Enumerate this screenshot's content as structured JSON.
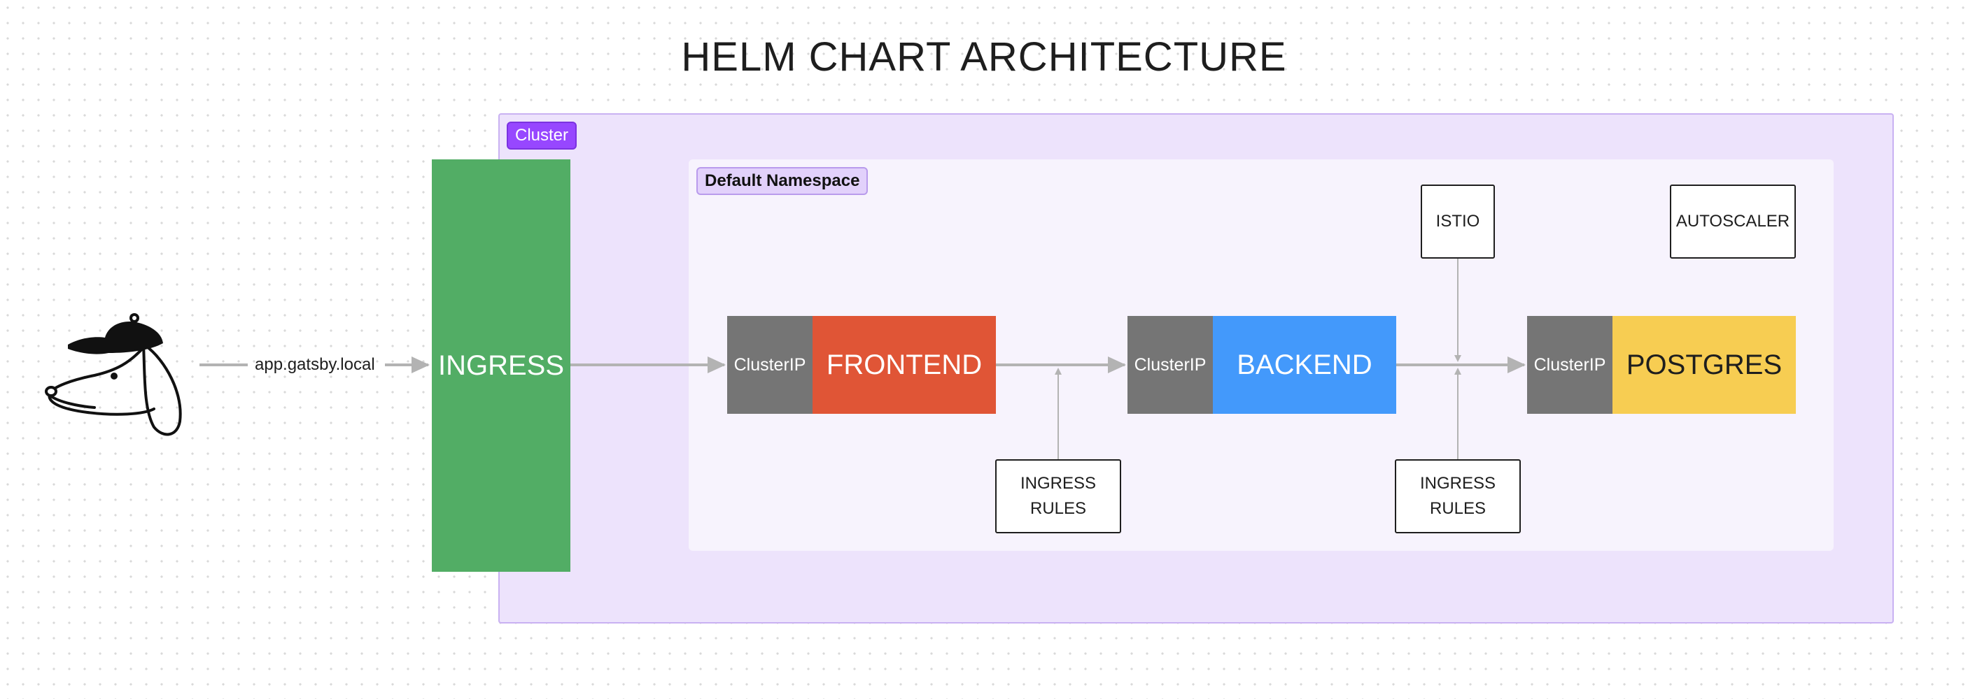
{
  "diagram": {
    "title": "HELM CHART ARCHITECTURE",
    "cluster": {
      "label": "Cluster",
      "fill": "#ede3fc",
      "tag_color": "#9747ff"
    },
    "namespace": {
      "label": "Default Namespace"
    },
    "client": {
      "icon": "dog-with-cap-icon",
      "url": "app.gatsby.local"
    },
    "ingress": {
      "label": "INGRESS",
      "color": "#52ad65"
    },
    "services": [
      {
        "clusterip": "ClusterIP",
        "name": "FRONTEND",
        "color": "#e05536"
      },
      {
        "clusterip": "ClusterIP",
        "name": "BACKEND",
        "color": "#4399fb"
      },
      {
        "clusterip": "ClusterIP",
        "name": "POSTGRES",
        "color": "#f7cd52"
      }
    ],
    "ingress_rules": [
      {
        "line1": "INGRESS",
        "line2": "RULES"
      },
      {
        "line1": "INGRESS",
        "line2": "RULES"
      }
    ],
    "istio": {
      "label": "ISTIO"
    },
    "autoscaler": {
      "label": "AUTOSCALER"
    },
    "clusterip_color": "#757575",
    "connector_color": "#b3b3b3"
  }
}
